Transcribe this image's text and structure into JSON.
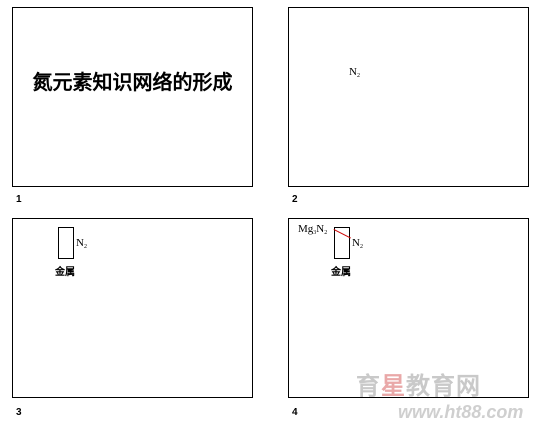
{
  "slides": [
    {
      "number": "1",
      "title": "氮元素知识网络的形成"
    },
    {
      "number": "2",
      "formula_base": "N",
      "formula_sub": "2"
    },
    {
      "number": "3",
      "formula_base": "N",
      "formula_sub": "2",
      "label": "金属"
    },
    {
      "number": "4",
      "formula_base": "N",
      "formula_sub": "2",
      "label": "金属",
      "compound": {
        "a": "Mg",
        "a_sub": "3",
        "b": "N",
        "b_sub": "2"
      }
    }
  ],
  "watermark": {
    "text_pre": "育",
    "text_star": "星",
    "text_post": "教育网",
    "url": "www.ht88.com"
  },
  "colors": {
    "connector": "#cc0000",
    "watermark": "#c9c9c9"
  }
}
